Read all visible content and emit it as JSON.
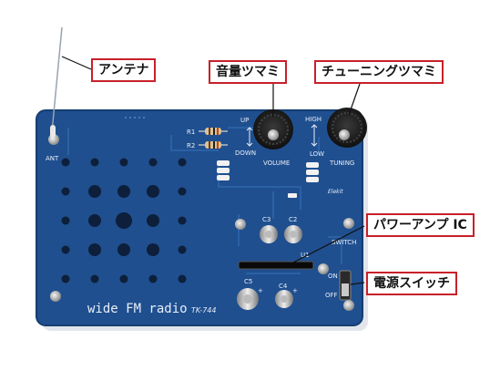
{
  "board": {
    "silkscreen": {
      "title": "wide FM radio",
      "model": "TK-744",
      "ant": "ANT",
      "r1": "R1",
      "r2": "R2",
      "up_left": "UP",
      "down_left": "DOWN",
      "volume": "VOLUME",
      "high": "HIGH",
      "low": "LOW",
      "tuning": "TUNING",
      "c3": "C3",
      "c2": "C2",
      "u1": "U1",
      "switch": "SWITCH",
      "on": "ON",
      "off": "OFF",
      "c5": "C5",
      "c4": "C4",
      "plus_a": "+",
      "plus_b": "+",
      "brand": "Elekit"
    }
  },
  "callouts": {
    "antenna": "アンテナ",
    "volume_knob": "音量ツマミ",
    "tuning_knob": "チューニングツマミ",
    "power_amp": "パワーアンプ IC",
    "power_switch": "電源スイッチ"
  },
  "colors": {
    "pcb": "#1f4f8f",
    "pcb_edge": "#163d72",
    "silk": "#e8eef7",
    "callout_border": "#c8202a",
    "knob": "#1a1a1a"
  }
}
